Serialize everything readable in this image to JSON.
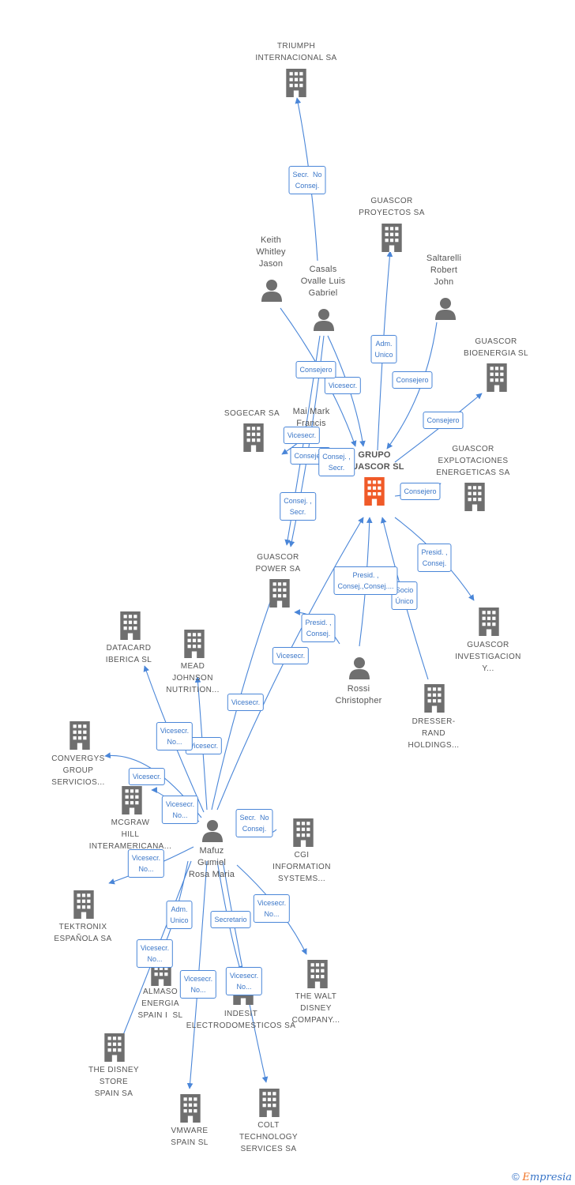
{
  "nodes": {
    "triumph": {
      "label": "TRIUMPH\nINTERNACIONAL SA",
      "kind": "company"
    },
    "guascor_proyectos": {
      "label": "GUASCOR\nPROYECTOS SA",
      "kind": "company"
    },
    "keith": {
      "label": "Keith\nWhitley\nJason",
      "kind": "person"
    },
    "casals": {
      "label": "Casals\nOvalle Luis\nGabriel",
      "kind": "person"
    },
    "saltarelli": {
      "label": "Saltarelli\nRobert\nJohn",
      "kind": "person"
    },
    "guascor_bioenergia": {
      "label": "GUASCOR\nBIOENERGIA SL",
      "kind": "company"
    },
    "sogecar": {
      "label": "SOGECAR SA",
      "kind": "company"
    },
    "mai": {
      "label": "Mai Mark\nFrancis",
      "kind": "person"
    },
    "grupo_guascor": {
      "label": "GRUPO\nGUASCOR SL",
      "kind": "main"
    },
    "guascor_explotaciones": {
      "label": "GUASCOR\nEXPLOTACIONES\nENERGETICAS SA",
      "kind": "company"
    },
    "guascor_power": {
      "label": "GUASCOR\nPOWER SA",
      "kind": "company"
    },
    "guascor_investigacion": {
      "label": "GUASCOR\nINVESTIGACION\nY...",
      "kind": "company"
    },
    "rossi": {
      "label": "Rossi\nChristopher",
      "kind": "person"
    },
    "dresser": {
      "label": "DRESSER-\nRAND\nHOLDINGS...",
      "kind": "company"
    },
    "datacard": {
      "label": "DATACARD\nIBERICA SL",
      "kind": "company"
    },
    "mead": {
      "label": "MEAD\nJOHNSON\nNUTRITION...",
      "kind": "company"
    },
    "convergys": {
      "label": "CONVERGYS\nGROUP\nSERVICIOS...",
      "kind": "company"
    },
    "mcgraw": {
      "label": "MCGRAW\nHILL\nINTERAMERICANA...",
      "kind": "company"
    },
    "mafuz": {
      "label": "Mafuz\nGumiel\nRosa Maria",
      "kind": "person"
    },
    "cgi": {
      "label": "CGI\nINFORMATION\nSYSTEMS...",
      "kind": "company"
    },
    "tektronix": {
      "label": "TEKTRONIX\nESPAÑOLA SA",
      "kind": "company"
    },
    "almaso": {
      "label": "ALMASO\nENERGIA\nSPAIN I  SL",
      "kind": "company"
    },
    "indesit": {
      "label": "INDESIT\nELECTRODOMESTICOS SA",
      "kind": "company"
    },
    "walt_disney": {
      "label": "THE WALT\nDISNEY\nCOMPANY...",
      "kind": "company"
    },
    "disney_store": {
      "label": "THE DISNEY\nSTORE\nSPAIN SA",
      "kind": "company"
    },
    "vmware": {
      "label": "VMWARE\nSPAIN SL",
      "kind": "company"
    },
    "colt": {
      "label": "COLT\nTECHNOLOGY\nSERVICES SA",
      "kind": "company"
    }
  },
  "edge_labels": {
    "e1": "Secr.  No\nConsej.",
    "e2": "Adm.\nUnico",
    "e3": "Consejero",
    "e4": "Vicesecr.",
    "e5": "Consejero",
    "e6": "Consejero",
    "e7": "Vicesecr.",
    "e8": "Consejero",
    "e9": "Consej. ,\nSecr.",
    "e10": "Consej. ,\nSecr.",
    "e11": "Consejero",
    "e12": "Presid. ,\nConsej.",
    "e13": "Presid. ,\nConsej.,Consej....",
    "e14": "Socio\nÚnico",
    "e15": "Presid. ,\nConsej.",
    "e16": "Vicesecr.",
    "e17": "Vicesecr.",
    "e18": "Vicesecr.\nNo...",
    "e19": "Vicesecr.",
    "e20": "Vicesecr.",
    "e21": "Vicesecr.\nNo...",
    "e22": "Secr.  No\nConsej.",
    "e23": "Vicesecr.\nNo...",
    "e24": "Adm.\nUnico",
    "e25": "Secretario",
    "e26": "Vicesecr.\nNo...",
    "e27": "Vicesecr.\nNo...",
    "e28": "Vicesecr.\nNo...",
    "e29": "Vicesecr.\nNo..."
  },
  "footer": {
    "copyright": "©",
    "brand_first": "E",
    "brand_rest": "mpresia"
  },
  "colors": {
    "edge": "#4a86d8",
    "icon": "#6f6f6f",
    "main_icon": "#f05a28"
  }
}
